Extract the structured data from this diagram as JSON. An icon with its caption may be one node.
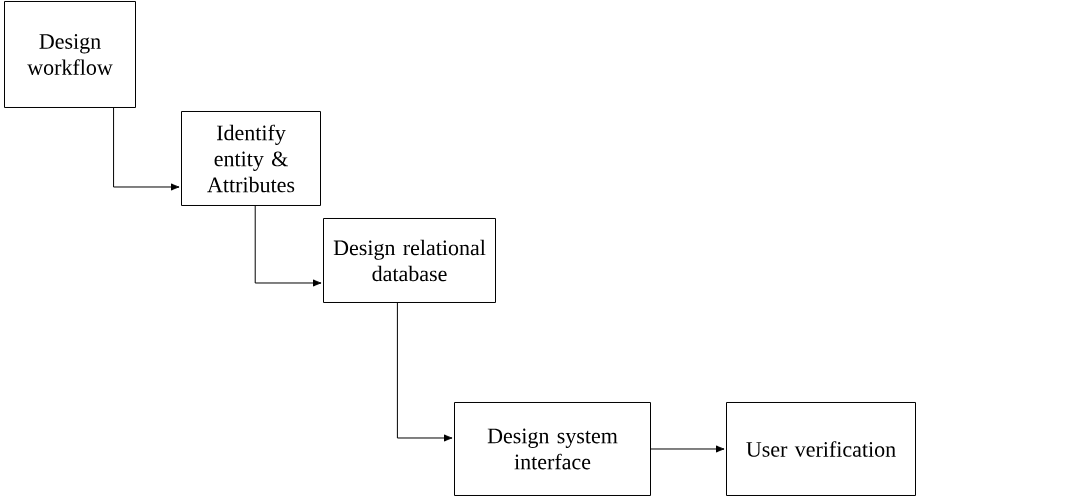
{
  "diagram": {
    "nodes": [
      {
        "text": [
          "Design workflow"
        ]
      },
      {
        "text": [
          "Identify entity & Attributes"
        ]
      },
      {
        "text": [
          "Design relational database"
        ]
      },
      {
        "text": [
          "Design system interface"
        ]
      },
      {
        "text": [
          "User verification"
        ]
      }
    ],
    "edges": [
      {
        "from": 0,
        "to": 1,
        "arrow": "to"
      },
      {
        "from": 1,
        "to": 2,
        "arrow": "to"
      },
      {
        "from": 2,
        "to": 3,
        "arrow": "to"
      },
      {
        "from": 3,
        "to": 4,
        "arrow": "to"
      }
    ]
  }
}
